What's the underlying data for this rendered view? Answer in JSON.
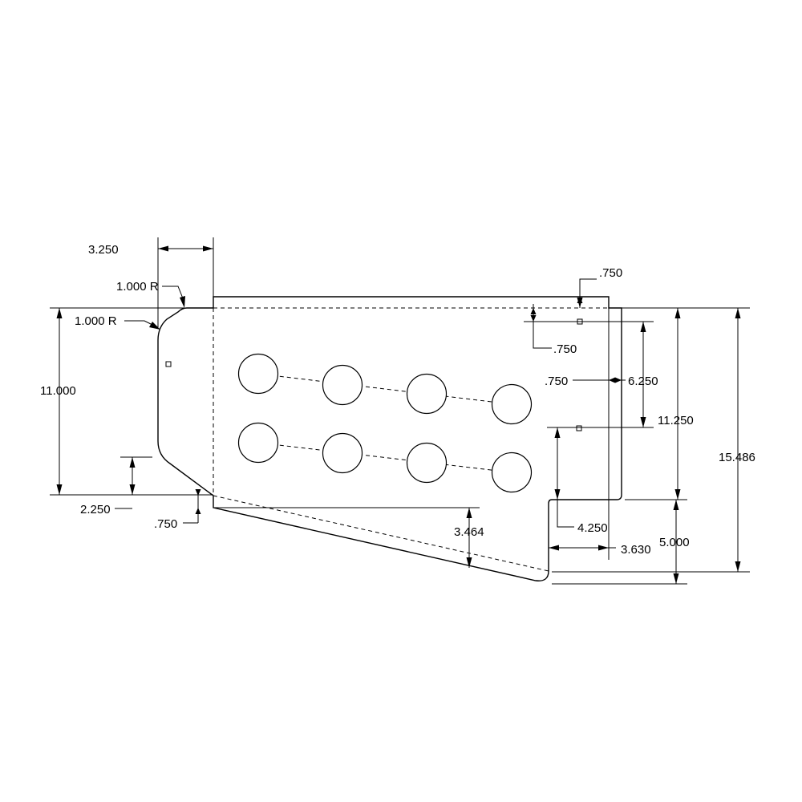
{
  "drawing": {
    "dimensions": {
      "top_width": "3.250",
      "top_radius": "1.000 R",
      "side_radius": "1.000 R",
      "left_height": "11.000",
      "lower_left": "2.250",
      "lower_offset": ".750",
      "slope_drop": "3.464",
      "top_right_offset": ".750",
      "right_mark_offset": ".750",
      "right_edge_offset": ".750",
      "hole_spacing": "6.250",
      "right_height_inner": "11.250",
      "overall_height": "15.486",
      "notch_height": "4.250",
      "notch_width": "3.630",
      "bottom_height": "5.000"
    }
  }
}
